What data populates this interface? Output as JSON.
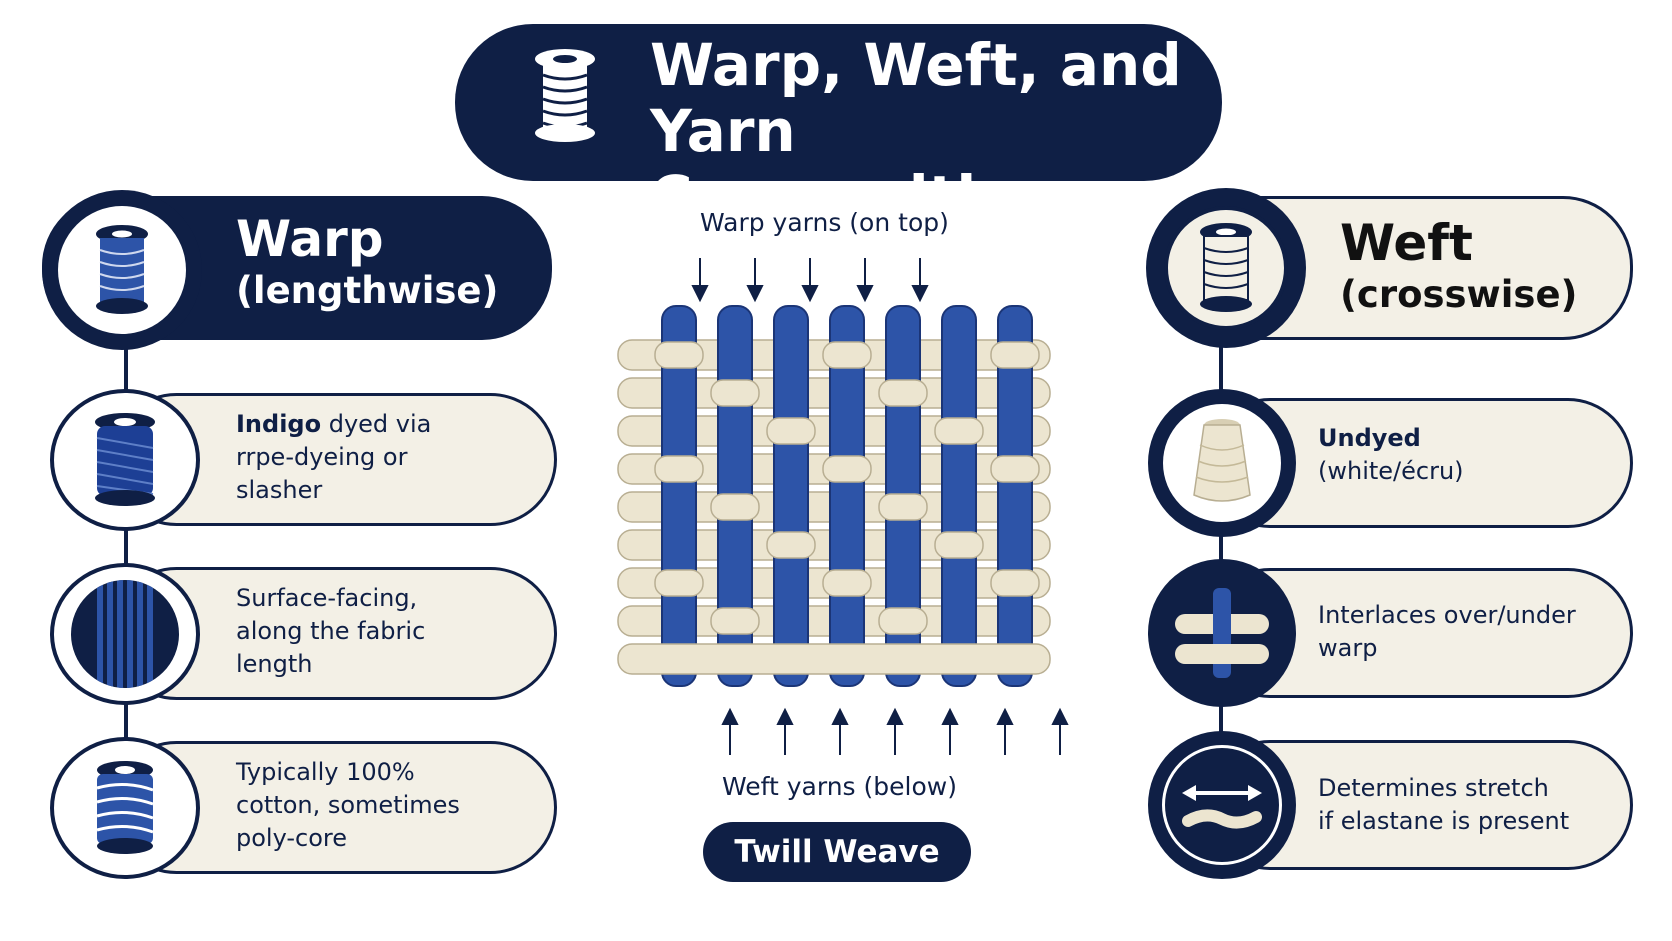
{
  "title": {
    "line1": "Warp, Weft, and",
    "line2": "Yarn Composition",
    "icon": "spool-icon"
  },
  "warp": {
    "title": "Warp",
    "subtitle": "(lengthwise)",
    "items": [
      {
        "icon": "indigo-spool-icon",
        "strong": "Indigo",
        "text1": " dyed via",
        "text2": "rrpe-dyeing or",
        "text3": "slasher"
      },
      {
        "icon": "vertical-stripes-icon",
        "text1": "Surface-facing,",
        "text2": "along the fabric",
        "text3": "length"
      },
      {
        "icon": "blue-white-spool-icon",
        "text1": "Typically 100%",
        "text2": "cotton, sometimes",
        "text3": "poly-core"
      }
    ]
  },
  "weft": {
    "title": "Weft",
    "subtitle": "(crosswise)",
    "items": [
      {
        "icon": "ecru-spool-icon",
        "strong": "Undyed",
        "text2": "(white/écru)"
      },
      {
        "icon": "interlace-icon",
        "text1": "Interlaces over/under",
        "text2": "warp"
      },
      {
        "icon": "stretch-arrow-icon",
        "text1": "Determines stretch",
        "text2": "if elastane is present"
      }
    ]
  },
  "center": {
    "top_label": "Warp yarns (on top)",
    "bottom_label": "Weft yarns (below)",
    "badge": "Twill Weave"
  },
  "colors": {
    "navy": "#0f1f45",
    "indigo": "#2d54a8",
    "cream": "#f3f0e6",
    "ecru": "#ece5d0"
  }
}
